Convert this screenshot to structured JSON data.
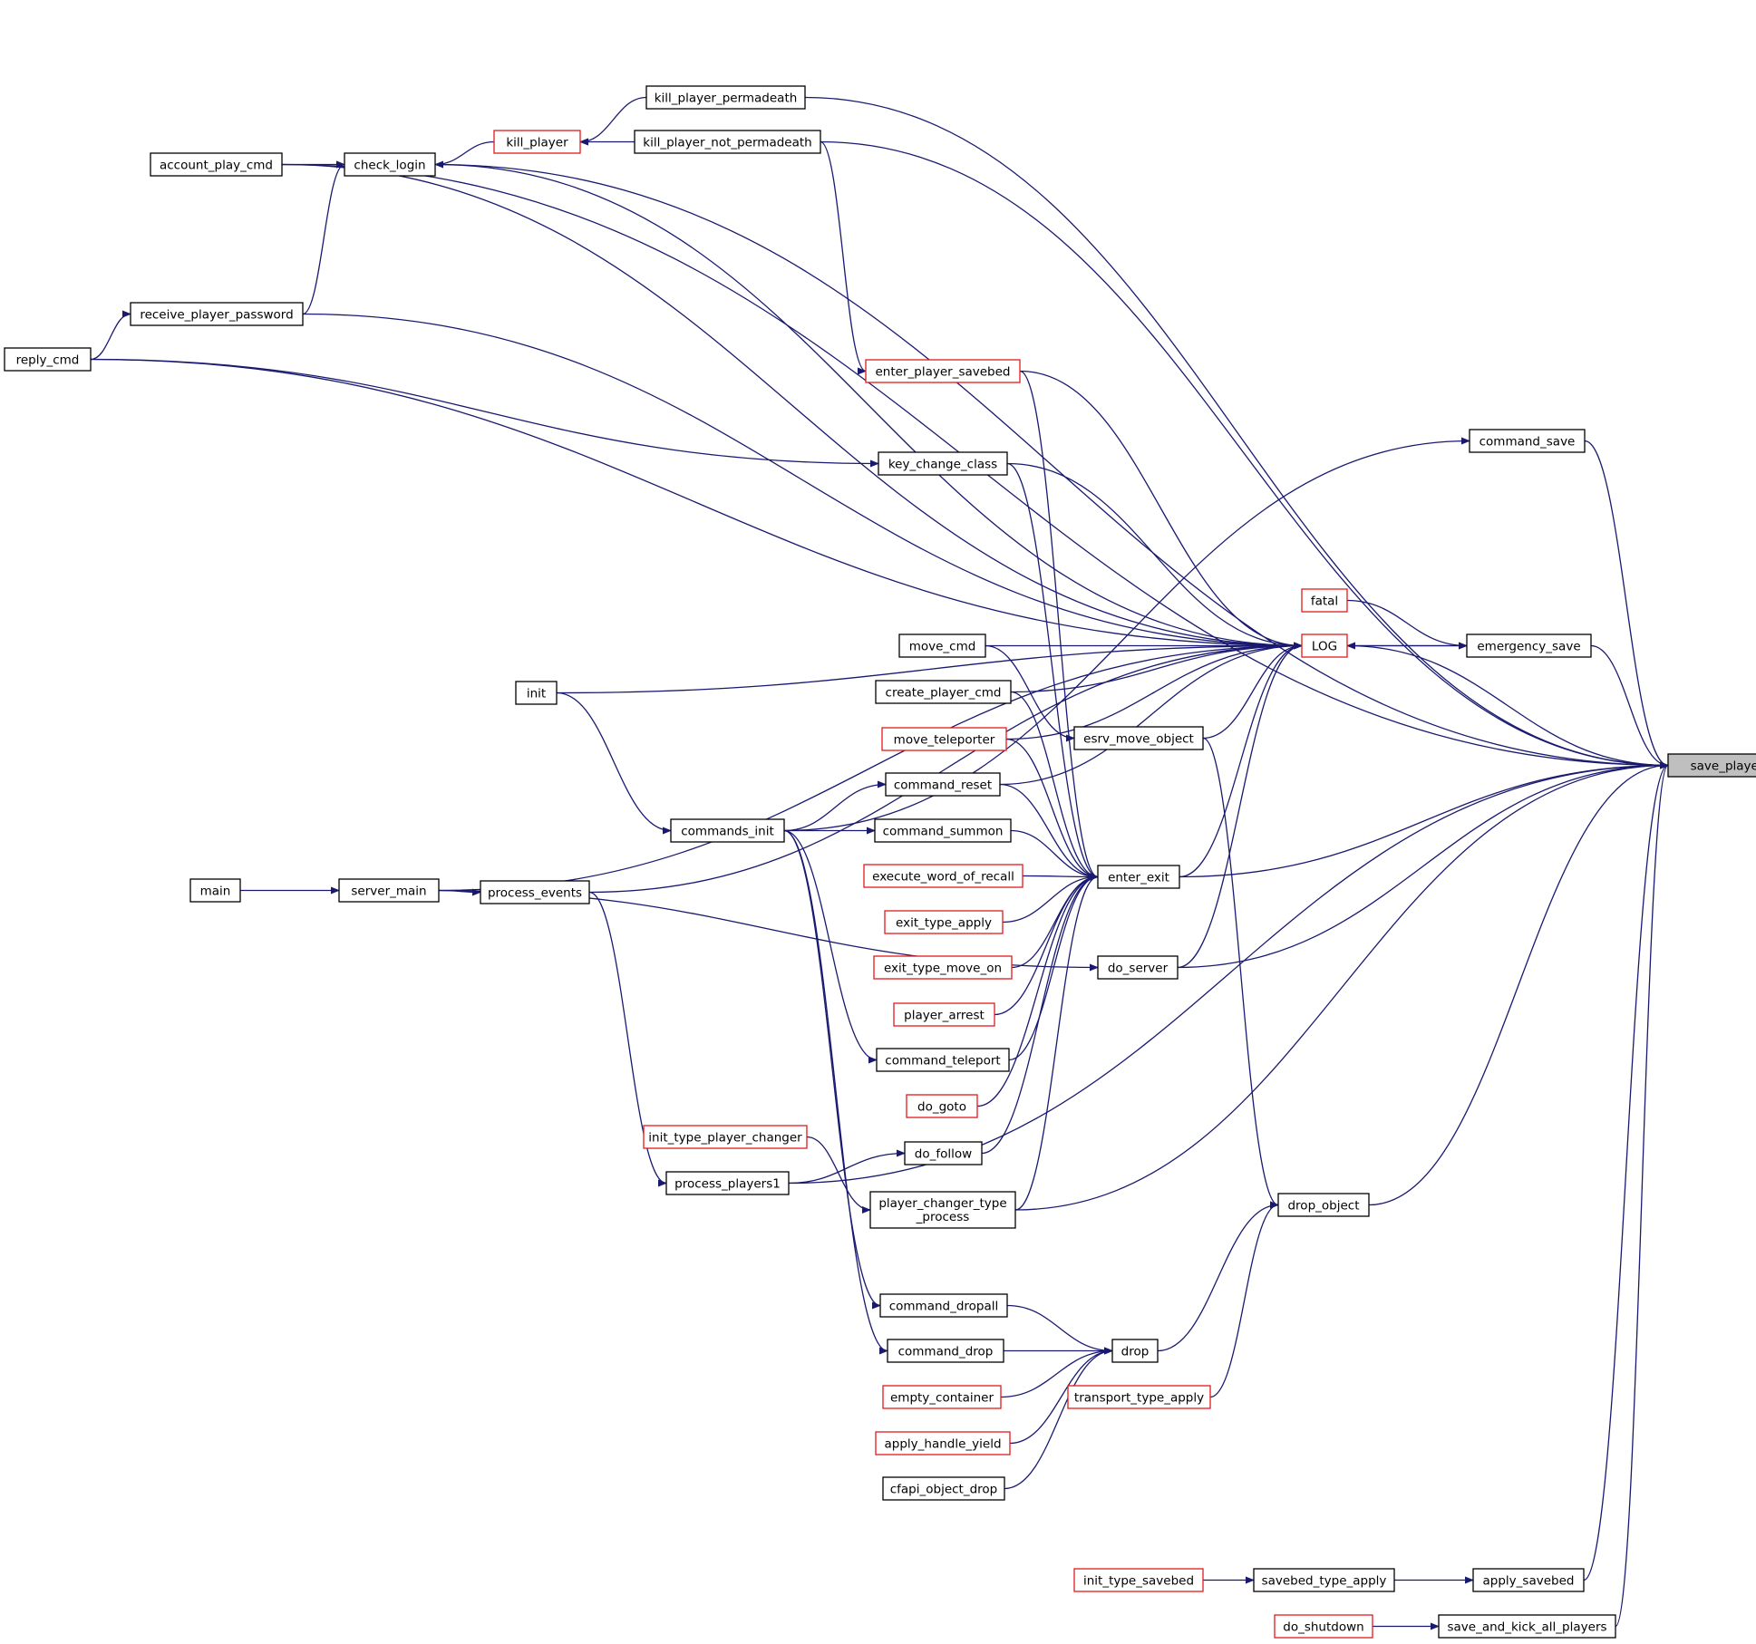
{
  "diagram": {
    "nodes": [
      {
        "id": "save_player",
        "label": "save_player",
        "style": "root"
      },
      {
        "id": "account_play_cmd",
        "label": "account_play_cmd",
        "style": "black"
      },
      {
        "id": "check_login",
        "label": "check_login",
        "style": "black"
      },
      {
        "id": "kill_player",
        "label": "kill_player",
        "style": "red"
      },
      {
        "id": "kill_player_permadeath",
        "label": "kill_player_permadeath",
        "style": "black"
      },
      {
        "id": "kill_player_not_permadeath",
        "label": "kill_player_not_permadeath",
        "style": "black"
      },
      {
        "id": "receive_player_password",
        "label": "receive_player_password",
        "style": "black"
      },
      {
        "id": "reply_cmd",
        "label": "reply_cmd",
        "style": "black"
      },
      {
        "id": "enter_player_savebed",
        "label": "enter_player_savebed",
        "style": "red"
      },
      {
        "id": "command_save",
        "label": "command_save",
        "style": "black"
      },
      {
        "id": "key_change_class",
        "label": "key_change_class",
        "style": "black"
      },
      {
        "id": "fatal",
        "label": "fatal",
        "style": "red"
      },
      {
        "id": "LOG",
        "label": "LOG",
        "style": "red"
      },
      {
        "id": "emergency_save",
        "label": "emergency_save",
        "style": "black"
      },
      {
        "id": "move_cmd",
        "label": "move_cmd",
        "style": "black"
      },
      {
        "id": "init",
        "label": "init",
        "style": "black"
      },
      {
        "id": "create_player_cmd",
        "label": "create_player_cmd",
        "style": "black"
      },
      {
        "id": "esrv_move_object",
        "label": "esrv_move_object",
        "style": "black"
      },
      {
        "id": "move_teleporter",
        "label": "move_teleporter",
        "style": "red"
      },
      {
        "id": "command_reset",
        "label": "command_reset",
        "style": "black"
      },
      {
        "id": "commands_init",
        "label": "commands_init",
        "style": "black"
      },
      {
        "id": "command_summon",
        "label": "command_summon",
        "style": "black"
      },
      {
        "id": "main",
        "label": "main",
        "style": "black"
      },
      {
        "id": "server_main",
        "label": "server_main",
        "style": "black"
      },
      {
        "id": "process_events",
        "label": "process_events",
        "style": "black"
      },
      {
        "id": "execute_word_of_recall",
        "label": "execute_word_of_recall",
        "style": "red"
      },
      {
        "id": "enter_exit",
        "label": "enter_exit",
        "style": "black"
      },
      {
        "id": "exit_type_apply",
        "label": "exit_type_apply",
        "style": "red"
      },
      {
        "id": "exit_type_move_on",
        "label": "exit_type_move_on",
        "style": "red"
      },
      {
        "id": "do_server",
        "label": "do_server",
        "style": "black"
      },
      {
        "id": "player_arrest",
        "label": "player_arrest",
        "style": "red"
      },
      {
        "id": "command_teleport",
        "label": "command_teleport",
        "style": "black"
      },
      {
        "id": "do_goto",
        "label": "do_goto",
        "style": "red"
      },
      {
        "id": "init_type_player_changer",
        "label": "init_type_player_changer",
        "style": "red"
      },
      {
        "id": "do_follow",
        "label": "do_follow",
        "style": "black"
      },
      {
        "id": "process_players1",
        "label": "process_players1",
        "style": "black"
      },
      {
        "id": "player_changer_type_process",
        "label": "player_changer_type",
        "label2": "_process",
        "style": "black"
      },
      {
        "id": "drop_object",
        "label": "drop_object",
        "style": "black"
      },
      {
        "id": "command_dropall",
        "label": "command_dropall",
        "style": "black"
      },
      {
        "id": "command_drop",
        "label": "command_drop",
        "style": "black"
      },
      {
        "id": "drop",
        "label": "drop",
        "style": "black"
      },
      {
        "id": "empty_container",
        "label": "empty_container",
        "style": "red"
      },
      {
        "id": "transport_type_apply",
        "label": "transport_type_apply",
        "style": "red"
      },
      {
        "id": "apply_handle_yield",
        "label": "apply_handle_yield",
        "style": "red"
      },
      {
        "id": "cfapi_object_drop",
        "label": "cfapi_object_drop",
        "style": "black"
      },
      {
        "id": "init_type_savebed",
        "label": "init_type_savebed",
        "style": "red"
      },
      {
        "id": "savebed_type_apply",
        "label": "savebed_type_apply",
        "style": "black"
      },
      {
        "id": "apply_savebed",
        "label": "apply_savebed",
        "style": "black"
      },
      {
        "id": "do_shutdown",
        "label": "do_shutdown",
        "style": "red"
      },
      {
        "id": "save_and_kick_all_players",
        "label": "save_and_kick_all_players",
        "style": "black"
      }
    ],
    "edges": [
      {
        "from": "account_play_cmd",
        "to": "save_player"
      },
      {
        "from": "account_play_cmd",
        "to": "LOG"
      },
      {
        "from": "account_play_cmd",
        "to": "check_login"
      },
      {
        "from": "check_login",
        "to": "save_player"
      },
      {
        "from": "check_login",
        "to": "LOG"
      },
      {
        "from": "kill_player",
        "to": "check_login"
      },
      {
        "from": "kill_player_permadeath",
        "to": "kill_player"
      },
      {
        "from": "kill_player_not_permadeath",
        "to": "kill_player"
      },
      {
        "from": "kill_player_permadeath",
        "to": "save_player"
      },
      {
        "from": "kill_player_not_permadeath",
        "to": "save_player"
      },
      {
        "from": "kill_player_not_permadeath",
        "to": "enter_player_savebed"
      },
      {
        "from": "receive_player_password",
        "to": "check_login"
      },
      {
        "from": "receive_player_password",
        "to": "LOG"
      },
      {
        "from": "reply_cmd",
        "to": "receive_player_password"
      },
      {
        "from": "reply_cmd",
        "to": "LOG"
      },
      {
        "from": "reply_cmd",
        "to": "key_change_class"
      },
      {
        "from": "enter_player_savebed",
        "to": "LOG"
      },
      {
        "from": "enter_player_savebed",
        "to": "enter_exit"
      },
      {
        "from": "commands_init",
        "to": "command_save"
      },
      {
        "from": "command_save",
        "to": "save_player"
      },
      {
        "from": "key_change_class",
        "to": "LOG"
      },
      {
        "from": "key_change_class",
        "to": "enter_exit"
      },
      {
        "from": "fatal",
        "to": "emergency_save"
      },
      {
        "from": "emergency_save",
        "to": "LOG"
      },
      {
        "from": "LOG",
        "to": "emergency_save"
      },
      {
        "from": "emergency_save",
        "to": "save_player"
      },
      {
        "from": "LOG",
        "to": "save_player"
      },
      {
        "from": "server_main",
        "to": "LOG"
      },
      {
        "from": "init",
        "to": "LOG"
      },
      {
        "from": "process_events",
        "to": "LOG"
      },
      {
        "from": "move_cmd",
        "to": "LOG"
      },
      {
        "from": "move_cmd",
        "to": "esrv_move_object"
      },
      {
        "from": "create_player_cmd",
        "to": "LOG"
      },
      {
        "from": "create_player_cmd",
        "to": "enter_exit"
      },
      {
        "from": "esrv_move_object",
        "to": "LOG"
      },
      {
        "from": "esrv_move_object",
        "to": "drop_object"
      },
      {
        "from": "move_teleporter",
        "to": "LOG"
      },
      {
        "from": "move_teleporter",
        "to": "enter_exit"
      },
      {
        "from": "command_reset",
        "to": "LOG"
      },
      {
        "from": "command_reset",
        "to": "enter_exit"
      },
      {
        "from": "init",
        "to": "commands_init"
      },
      {
        "from": "commands_init",
        "to": "command_reset"
      },
      {
        "from": "commands_init",
        "to": "command_summon"
      },
      {
        "from": "commands_init",
        "to": "command_teleport"
      },
      {
        "from": "commands_init",
        "to": "command_dropall"
      },
      {
        "from": "commands_init",
        "to": "command_drop"
      },
      {
        "from": "command_summon",
        "to": "enter_exit"
      },
      {
        "from": "main",
        "to": "server_main"
      },
      {
        "from": "server_main",
        "to": "process_events"
      },
      {
        "from": "server_main",
        "to": "do_server"
      },
      {
        "from": "process_events",
        "to": "process_players1"
      },
      {
        "from": "execute_word_of_recall",
        "to": "enter_exit"
      },
      {
        "from": "enter_exit",
        "to": "LOG"
      },
      {
        "from": "enter_exit",
        "to": "save_player"
      },
      {
        "from": "exit_type_apply",
        "to": "enter_exit"
      },
      {
        "from": "exit_type_move_on",
        "to": "enter_exit"
      },
      {
        "from": "do_server",
        "to": "LOG"
      },
      {
        "from": "do_server",
        "to": "save_player"
      },
      {
        "from": "player_arrest",
        "to": "enter_exit"
      },
      {
        "from": "command_teleport",
        "to": "enter_exit"
      },
      {
        "from": "do_goto",
        "to": "enter_exit"
      },
      {
        "from": "do_follow",
        "to": "enter_exit"
      },
      {
        "from": "process_players1",
        "to": "do_follow"
      },
      {
        "from": "process_players1",
        "to": "save_player"
      },
      {
        "from": "init_type_player_changer",
        "to": "player_changer_type_process"
      },
      {
        "from": "player_changer_type_process",
        "to": "enter_exit"
      },
      {
        "from": "player_changer_type_process",
        "to": "save_player"
      },
      {
        "from": "drop_object",
        "to": "save_player"
      },
      {
        "from": "command_dropall",
        "to": "drop"
      },
      {
        "from": "command_drop",
        "to": "drop"
      },
      {
        "from": "empty_container",
        "to": "drop"
      },
      {
        "from": "apply_handle_yield",
        "to": "drop"
      },
      {
        "from": "cfapi_object_drop",
        "to": "drop"
      },
      {
        "from": "drop",
        "to": "drop_object"
      },
      {
        "from": "transport_type_apply",
        "to": "drop_object"
      },
      {
        "from": "init_type_savebed",
        "to": "savebed_type_apply"
      },
      {
        "from": "savebed_type_apply",
        "to": "apply_savebed"
      },
      {
        "from": "apply_savebed",
        "to": "save_player"
      },
      {
        "from": "do_shutdown",
        "to": "save_and_kick_all_players"
      },
      {
        "from": "save_and_kick_all_players",
        "to": "save_player"
      }
    ]
  }
}
